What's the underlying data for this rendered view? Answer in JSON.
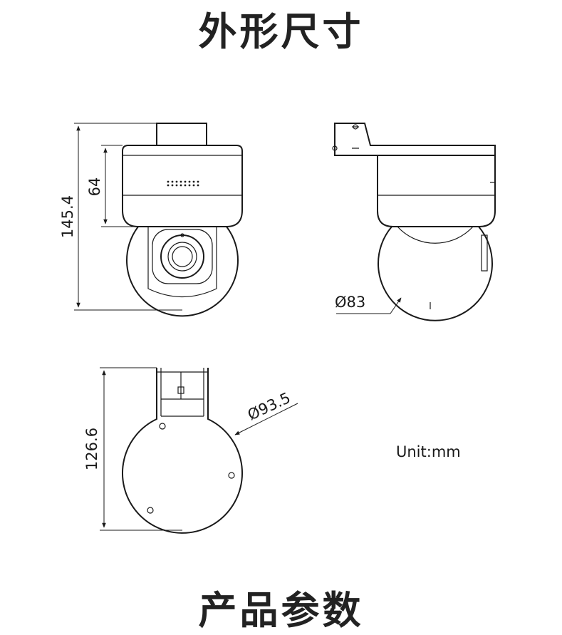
{
  "heading_top": "外形尺寸",
  "heading_bottom": "产品参数",
  "unit_label": "Unit:mm",
  "dimensions": {
    "front_total_height": "145.4",
    "front_head_height": "64",
    "side_ball_diameter": "Ø83",
    "bottom_plate_diameter": "Ø93.5",
    "bottom_total_height": "126.6"
  },
  "colors": {
    "line": "#1a1a1a",
    "background": "#ffffff"
  }
}
